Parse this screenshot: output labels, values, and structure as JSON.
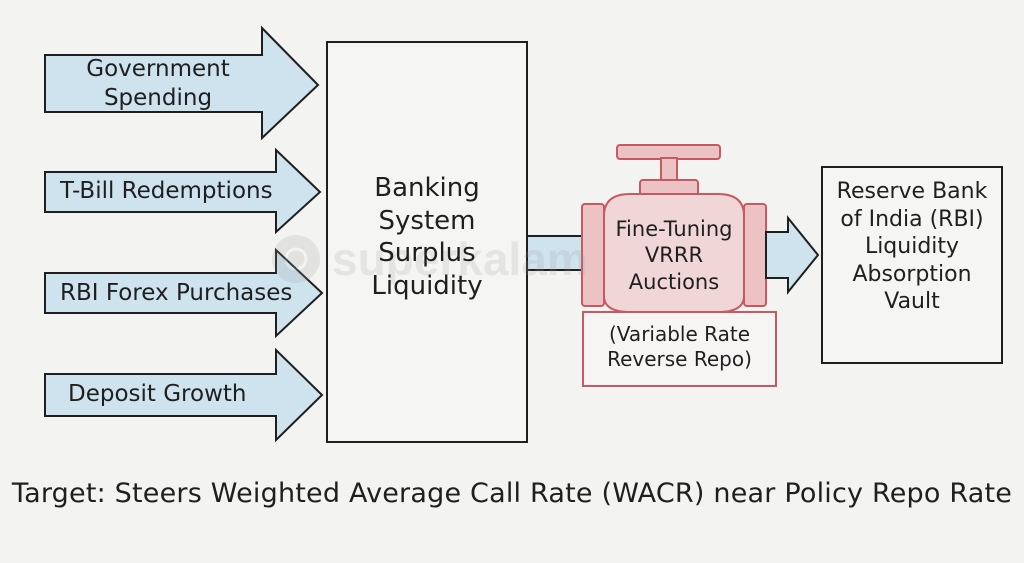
{
  "inputs": [
    {
      "lines": [
        "Government",
        "Spending"
      ]
    },
    {
      "lines": [
        "T-Bill Redemptions"
      ]
    },
    {
      "lines": [
        "RBI Forex Purchases"
      ]
    },
    {
      "lines": [
        "Deposit Growth"
      ]
    }
  ],
  "banking_box": {
    "lines": [
      "Banking",
      "System",
      "Surplus",
      "Liquidity"
    ]
  },
  "valve": {
    "label_lines": [
      "Fine-Tuning",
      "VRRR",
      "Auctions"
    ],
    "note_lines": [
      "(Variable Rate",
      "Reverse Repo)"
    ]
  },
  "rbi_box": {
    "lines": [
      "Reserve Bank",
      "of India (RBI)",
      "Liquidity",
      "Absorption",
      "Vault"
    ]
  },
  "footer": "Target: Steers Weighted Average Call Rate (WACR) near Policy Repo Rate",
  "watermark": "superkalam",
  "colors": {
    "arrow_fill": "#cfe3ef",
    "valve_red": "#c55a63",
    "valve_fill": "#ecc2c4",
    "ink": "#1f1f1f",
    "note_border": "#c55a63"
  }
}
